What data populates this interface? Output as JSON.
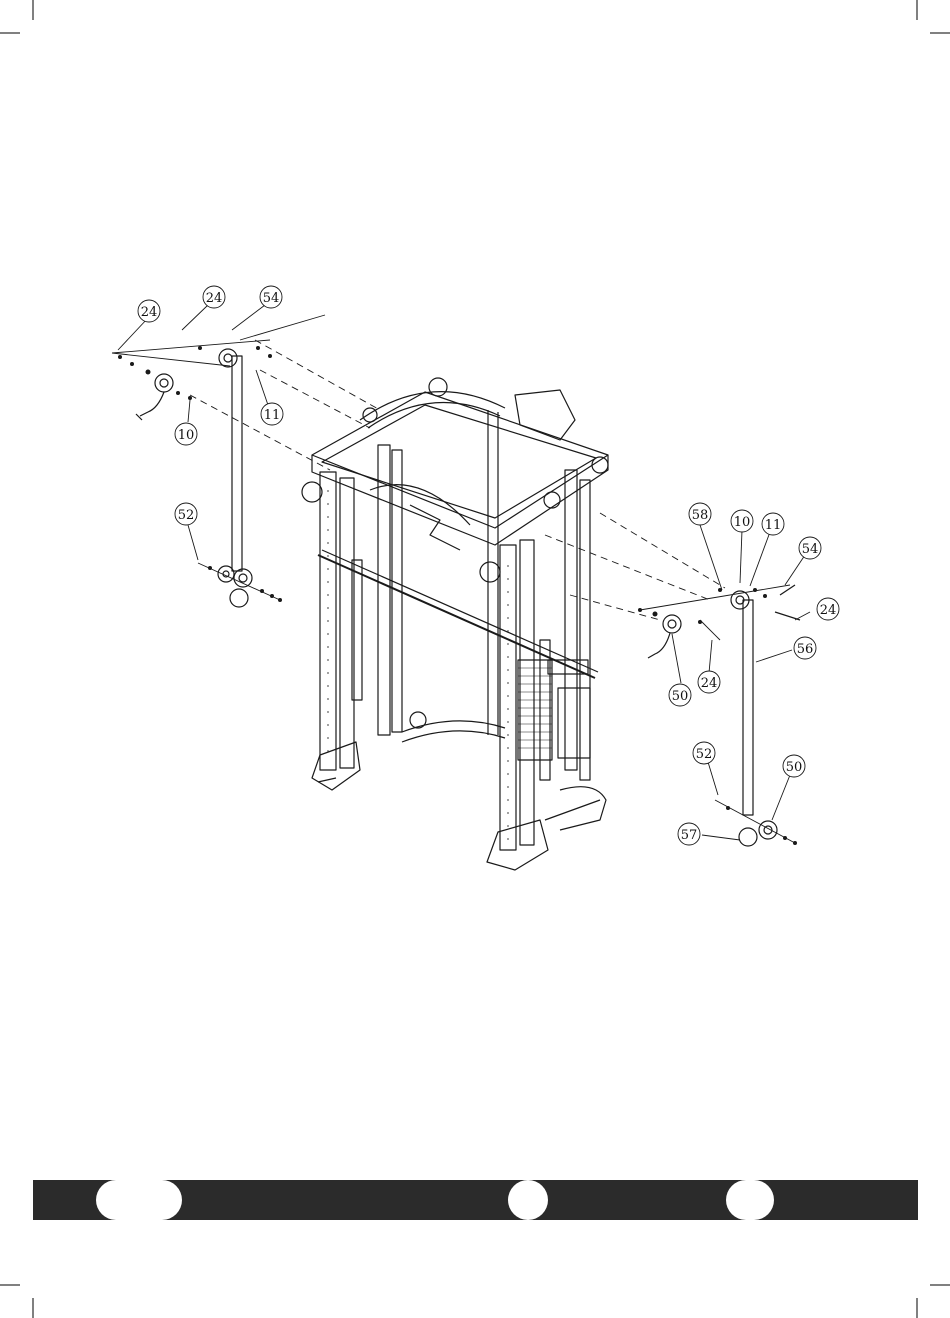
{
  "diagram": {
    "callouts": [
      {
        "id": "c24a",
        "label": "24"
      },
      {
        "id": "c24b",
        "label": "24"
      },
      {
        "id": "c54a",
        "label": "54"
      },
      {
        "id": "c11a",
        "label": "11"
      },
      {
        "id": "c10a",
        "label": "10"
      },
      {
        "id": "c52a",
        "label": "52"
      },
      {
        "id": "c58",
        "label": "58"
      },
      {
        "id": "c10b",
        "label": "10"
      },
      {
        "id": "c11b",
        "label": "11"
      },
      {
        "id": "c54b",
        "label": "54"
      },
      {
        "id": "c24c",
        "label": "24"
      },
      {
        "id": "c56",
        "label": "56"
      },
      {
        "id": "c50a",
        "label": "50"
      },
      {
        "id": "c24d",
        "label": "24"
      },
      {
        "id": "c52b",
        "label": "52"
      },
      {
        "id": "c50b",
        "label": "50"
      },
      {
        "id": "c57",
        "label": "57"
      }
    ]
  },
  "footer": {
    "page_number": "",
    "section_text": ""
  },
  "colors": {
    "line": "#1a1a1a",
    "footer_bar": "#2b2b2b",
    "background": "#ffffff"
  }
}
